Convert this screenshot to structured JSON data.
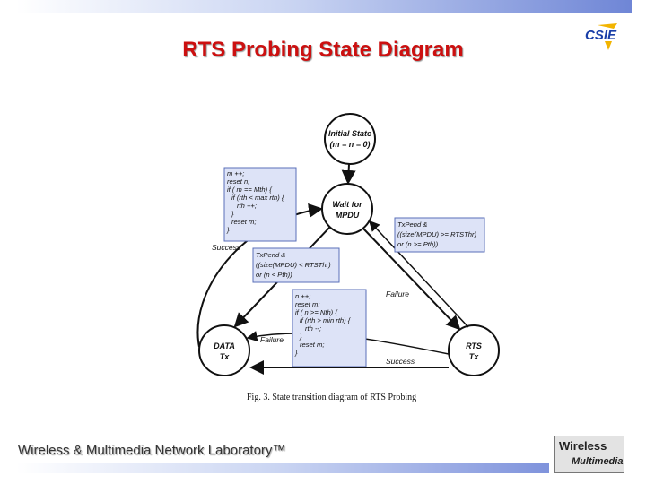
{
  "slide": {
    "title": "RTS Probing State Diagram",
    "footer": "Wireless & Multimedia Network Laboratory™"
  },
  "logos": {
    "cse": "CSIE",
    "lab_line1": "Wireless",
    "lab_line2": "Multimedia"
  },
  "diagram": {
    "nodes": {
      "initial_line1": "Initial State",
      "initial_line2": "(m = n = 0)",
      "wait_line1": "Wait for",
      "wait_line2": "MPDU",
      "data_line1": "DATA",
      "data_line2": "Tx",
      "rts_line1": "RTS",
      "rts_line2": "Tx"
    },
    "boxes": {
      "success_action": [
        "m ++;",
        "reset n;",
        "if ( m == Mth) {",
        "  if (rth < max rth) {",
        "    rth ++;",
        "  }",
        "  reset m;",
        "}"
      ],
      "to_data_condition": [
        "TxPend &",
        "((size(MPDU) < RTSThr)",
        "or (n < Pth))"
      ],
      "to_rts_condition": [
        "TxPend &",
        "((size(MPDU) >= RTSThr)",
        "or (n >= Pth))"
      ],
      "failure_action": [
        "n ++;",
        "reset m;",
        "if ( n >= Nth) {",
        "  if (rth > min rth) {",
        "    rth --;",
        "  }",
        "  reset m;",
        "}"
      ]
    },
    "labels": {
      "success_top": "Success",
      "failure_right": "Failure",
      "failure_left": "Failure",
      "success_bottom": "Success"
    },
    "caption": "Fig. 3.    State transition diagram of RTS Probing"
  },
  "colors": {
    "title": "#cc1010",
    "box_fill": "#dde3f7",
    "box_border": "#5a6fb8"
  }
}
